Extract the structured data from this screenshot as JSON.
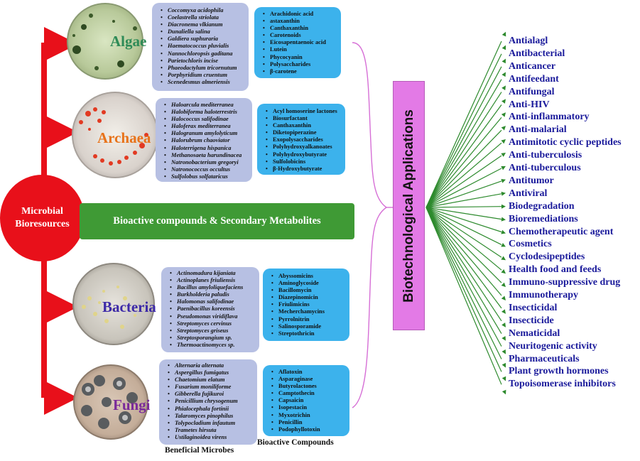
{
  "center": {
    "line1": "Microbial",
    "line2": "Bioresources"
  },
  "bar_label": "Bioactive compounds & Secondary Metabolites",
  "applications_title": "Biotechnological Applications",
  "colors": {
    "red": "#e8101a",
    "green": "#3f9a35",
    "pink": "#e37ae6",
    "microbe_box": "#b7c0e3",
    "compound_box": "#3cb2ec",
    "app_text": "#1a1a9b",
    "fan_line": "#2d8a2d"
  },
  "groups": [
    {
      "name": "Algae",
      "color": "#2e8b57",
      "microbes": [
        "Coccomyxa acidophila",
        "Coelastrella striolata",
        "Diacronema vlkianum",
        "Dunaliella salina",
        "Galdiera suphuraria",
        "Haematococcus pluvialis",
        "Nannochloropsis gaditana",
        "Parietochloris incise",
        "Phaeodactylum tricornutum",
        "Porphyridium cruentum",
        "Scenedesmus almeriensis"
      ],
      "compounds": [
        "Arachidonic acid",
        "astaxanthin",
        "Canthaxanthin",
        "Carotenoids",
        "Eicosapentaenoic acid",
        "Lutein",
        "Phycocyanin",
        "Polysaccharides",
        "β-carotene"
      ]
    },
    {
      "name": "Archaea",
      "color": "#e8731a",
      "microbes": [
        "Haloarcula mediterranea",
        "Halobiforma haloterrestris",
        "Halococcus salifodinae",
        "Haloferax mediterranea",
        "Halogranum amylolyticum",
        "Halorubrum chaoviator",
        "Haloterrigena hispanica",
        "Methanosaeta harundinacea",
        "Natronobacterium gregoryi",
        "Natronococcus occultus",
        "Sulfolobus solfataricus"
      ],
      "compounds": [
        "Acyl homoserine lactones",
        "Biosurfactant",
        "Canthaxanthin",
        "Diketopiperazine",
        "Exopolysaccharides",
        "Polyhydroxyalkanoates",
        "Polyhydroxybutyrate",
        "Sulfolobicins",
        "β-Hydroxybutyrate"
      ]
    },
    {
      "name": "Bacteria",
      "color": "#3d2aa8",
      "microbes": [
        "Actinomadura kijaniata",
        "Actinoplanes friuliensis",
        "Bacillus amyloliquefaciens",
        "Burkholderia paludis",
        "Halomonas salifodinae",
        "Paenibacillus koreensis",
        "Pseudomonas viridiflava",
        "Streptomyces cervinus",
        "Streptomyces griseus",
        "Streptosporangium sp.",
        "Thermoactinomyces sp."
      ],
      "compounds": [
        "Abyssomicins",
        "Aminoglycoside",
        "Bacillomycin",
        "Diazepinomicin",
        "Friulimicins",
        "Mecherchamycins",
        "Pyrrolnitrin",
        "Salinosporamide",
        "Streptothricin"
      ]
    },
    {
      "name": "Fungi",
      "color": "#7a2a9a",
      "microbes": [
        "Alternaria alternata",
        "Aspergillus fumigatus",
        "Chaetomium elatum",
        "Fusarium moniliforme",
        "Gibberella fujikuroi",
        "Penicillium chrysogenum",
        "Phialocephala fortinii",
        "Talaromyces pinophilus",
        "Tolypocladium infautum",
        "Trametes hirsuta",
        "Ustilaginoidea virens"
      ],
      "compounds": [
        "Aflatoxin",
        "Asparaginase",
        "Butyrolactones",
        "Camptothecin",
        "Capsaicin",
        "Isopestacin",
        "Myxotrichin",
        "Penicillin",
        "Podophyllotoxin"
      ]
    }
  ],
  "captions": {
    "microbes": "Beneficial Microbes",
    "compounds": "Bioactive Compounds"
  },
  "applications": [
    "Antialagl",
    "Antibacterial",
    "Anticancer",
    "Antifeedant",
    "Antifungal",
    "Anti-HIV",
    "Anti-inflammatory",
    "Anti-malarial",
    "Antimitotic cyclic peptides",
    "Anti-tuberculosis",
    "Anti-tuberculous",
    "Antitumor",
    "Antiviral",
    "Biodegradation",
    "Bioremediations",
    "Chemotherapeutic agent",
    "Cosmetics",
    "Cyclodesipeptides",
    "Health food and feeds",
    "Immuno-suppressive drug",
    "Immunotherapy",
    "Insecticidal",
    "Insecticide",
    "Nematicidal",
    "Neuritogenic activity",
    "Pharmaceuticals",
    "Plant growth hormones",
    "Topoisomerase inhibitors"
  ]
}
